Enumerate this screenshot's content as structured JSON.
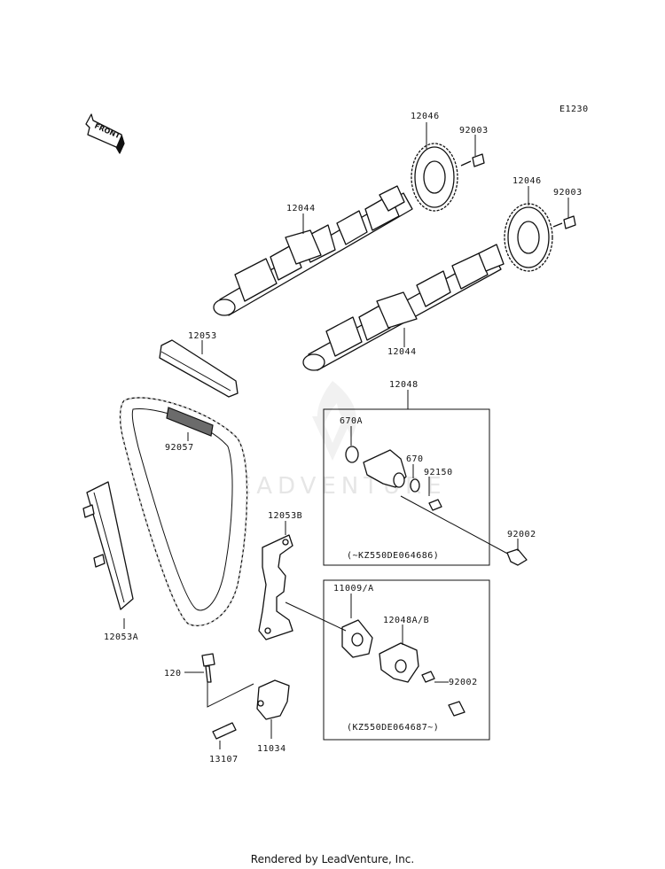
{
  "diagram": {
    "code": "E1230",
    "front_arrow": "FRONT",
    "watermark": "LEADVENTURE",
    "footer": "Rendered by LeadVenture, Inc.",
    "labels": {
      "p12046_a": "12046",
      "p92003_a": "92003",
      "p12046_b": "12046",
      "p92003_b": "92003",
      "p12044_a": "12044",
      "p12044_b": "12044",
      "p12053": "12053",
      "p92057": "92057",
      "p12048": "12048",
      "p670A": "670A",
      "p670": "670",
      "p92150": "92150",
      "p92002_a": "92002",
      "box1_note": "(~KZ550DE064686)",
      "p12053B": "12053B",
      "p12053A": "12053A",
      "p11009": "11009/A",
      "p12048AB": "12048A/B",
      "p92002_b": "92002",
      "box2_note": "(KZ550DE064687~)",
      "p120": "120",
      "p13107": "13107",
      "p11034": "11034"
    }
  }
}
